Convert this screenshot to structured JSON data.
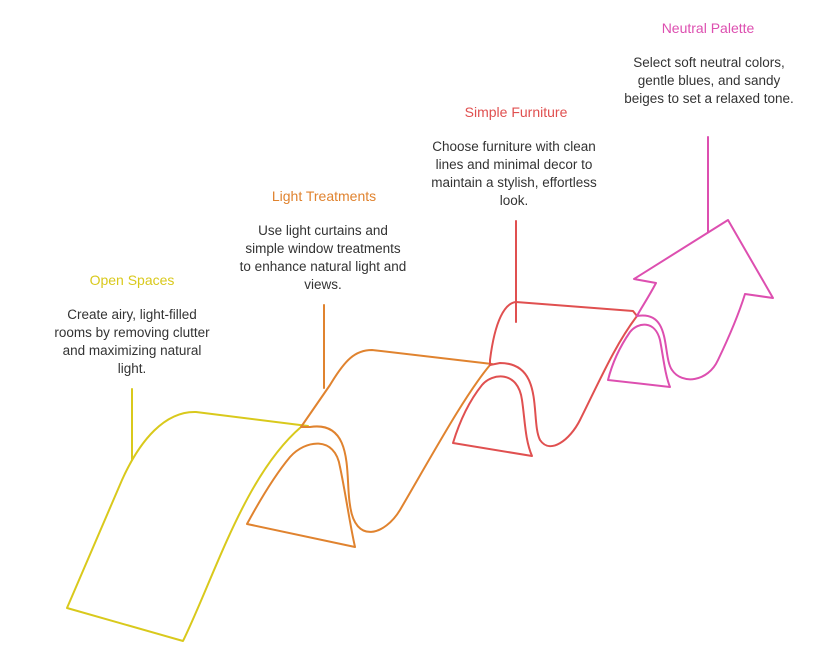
{
  "colors": {
    "step1": "#d9c91c",
    "step2": "#e0832f",
    "step3": "#e05050",
    "step4": "#dd4fb0",
    "text": "#333333"
  },
  "steps": [
    {
      "title": "Open Spaces",
      "description": "Create airy, light-filled rooms by removing clutter and maximizing natural light."
    },
    {
      "title": "Light Treatments",
      "description": "Use light curtains and simple window treatments to enhance natural light and views."
    },
    {
      "title": "Simple Furniture",
      "description": "Choose furniture with clean lines and minimal decor to maintain a stylish, effortless look."
    },
    {
      "title": "Neutral Palette",
      "description": "Select soft neutral colors, gentle blues, and sandy beiges to set a relaxed tone."
    }
  ]
}
